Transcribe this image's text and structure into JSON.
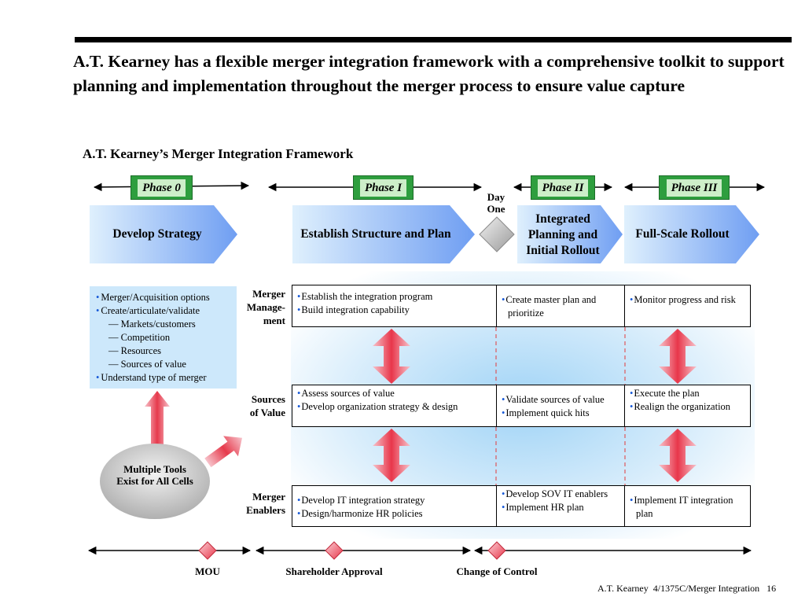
{
  "headline": "A.T. Kearney has a flexible merger integration framework with a comprehensive toolkit to support planning and implementation throughout the merger process to ensure value capture",
  "subtitle": "A.T. Kearney’s Merger Integration Framework",
  "phases": {
    "p0": "Phase 0",
    "p1": "Phase I",
    "p2": "Phase II",
    "p3": "Phase III"
  },
  "day_one": "Day\nOne",
  "stages": {
    "s0": "Develop Strategy",
    "s1": "Establish Structure and Plan",
    "s2": "Integrated Planning and Initial Rollout",
    "s3": "Full-Scale Rollout"
  },
  "left_box": {
    "items": [
      "Merger/Acquisition options",
      "Create/articulate/validate",
      "— Markets/customers",
      "— Competition",
      "— Resources",
      "— Sources of value",
      "Understand type of merger"
    ]
  },
  "tools_oval": "Multiple Tools Exist for All Cells",
  "rows": {
    "r1_label": "Merger\nManage-\nment",
    "r2_label": "Sources\nof Value",
    "r3_label": "Merger\nEnablers"
  },
  "cells": {
    "r1c1": [
      "Establish the integration program",
      "Build integration capability"
    ],
    "r1c2": [
      "Create master plan and prioritize"
    ],
    "r1c3": [
      "Monitor progress and risk"
    ],
    "r2c1": [
      "Assess sources of value",
      "Develop organization strategy & design"
    ],
    "r2c2": [
      "Validate sources of value",
      "Implement quick hits"
    ],
    "r2c3": [
      "Execute the plan",
      "Realign the organization"
    ],
    "r3c1": [
      "Develop IT integration strategy",
      "Design/harmonize HR policies"
    ],
    "r3c2": [
      "Develop SOV IT enablers",
      "Implement HR plan"
    ],
    "r3c3": [
      "Implement IT integration plan"
    ]
  },
  "milestones": {
    "m1": "MOU",
    "m2": "Shareholder Approval",
    "m3": "Change of Control"
  },
  "footer": "A.T. Kearney  4/1375C/Merger Integration   16",
  "colors": {
    "phase_green": "#2e9e3e",
    "phase_label_bg": "#cdeec9",
    "bullet_blue": "#1a5bd8",
    "stage_blue": "#6f9ef2",
    "stage_light": "#dff0fd",
    "arrow_red": "#e8364a",
    "diamond_gray": "#b8b8b8"
  }
}
